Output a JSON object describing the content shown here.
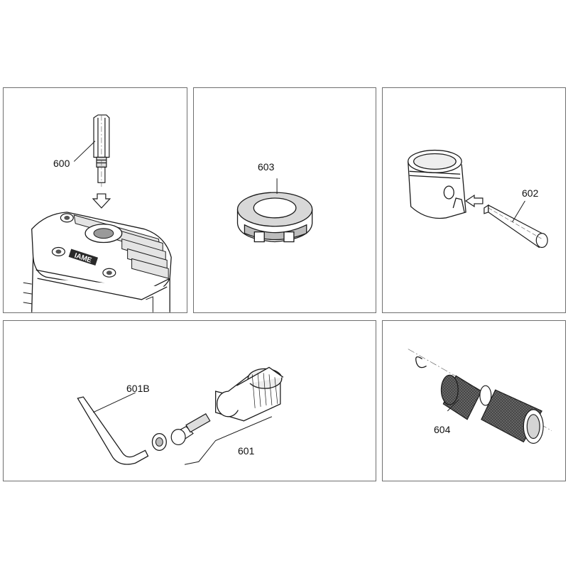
{
  "panels": [
    {
      "id": "engine-head-panel",
      "callouts": [
        "600"
      ],
      "brand": "IAME"
    },
    {
      "id": "crank-ring-panel",
      "callouts": [
        "603"
      ]
    },
    {
      "id": "piston-panel",
      "callouts": [
        "602"
      ]
    },
    {
      "id": "puller-panel",
      "callouts": [
        "601B",
        "601"
      ]
    },
    {
      "id": "knurled-tool-panel",
      "callouts": [
        "604"
      ]
    }
  ],
  "colors": {
    "line": "#1a1a1a",
    "frame": "#6f6f6f",
    "shade": "#cfcfcf",
    "dark": "#8a8a8a"
  }
}
